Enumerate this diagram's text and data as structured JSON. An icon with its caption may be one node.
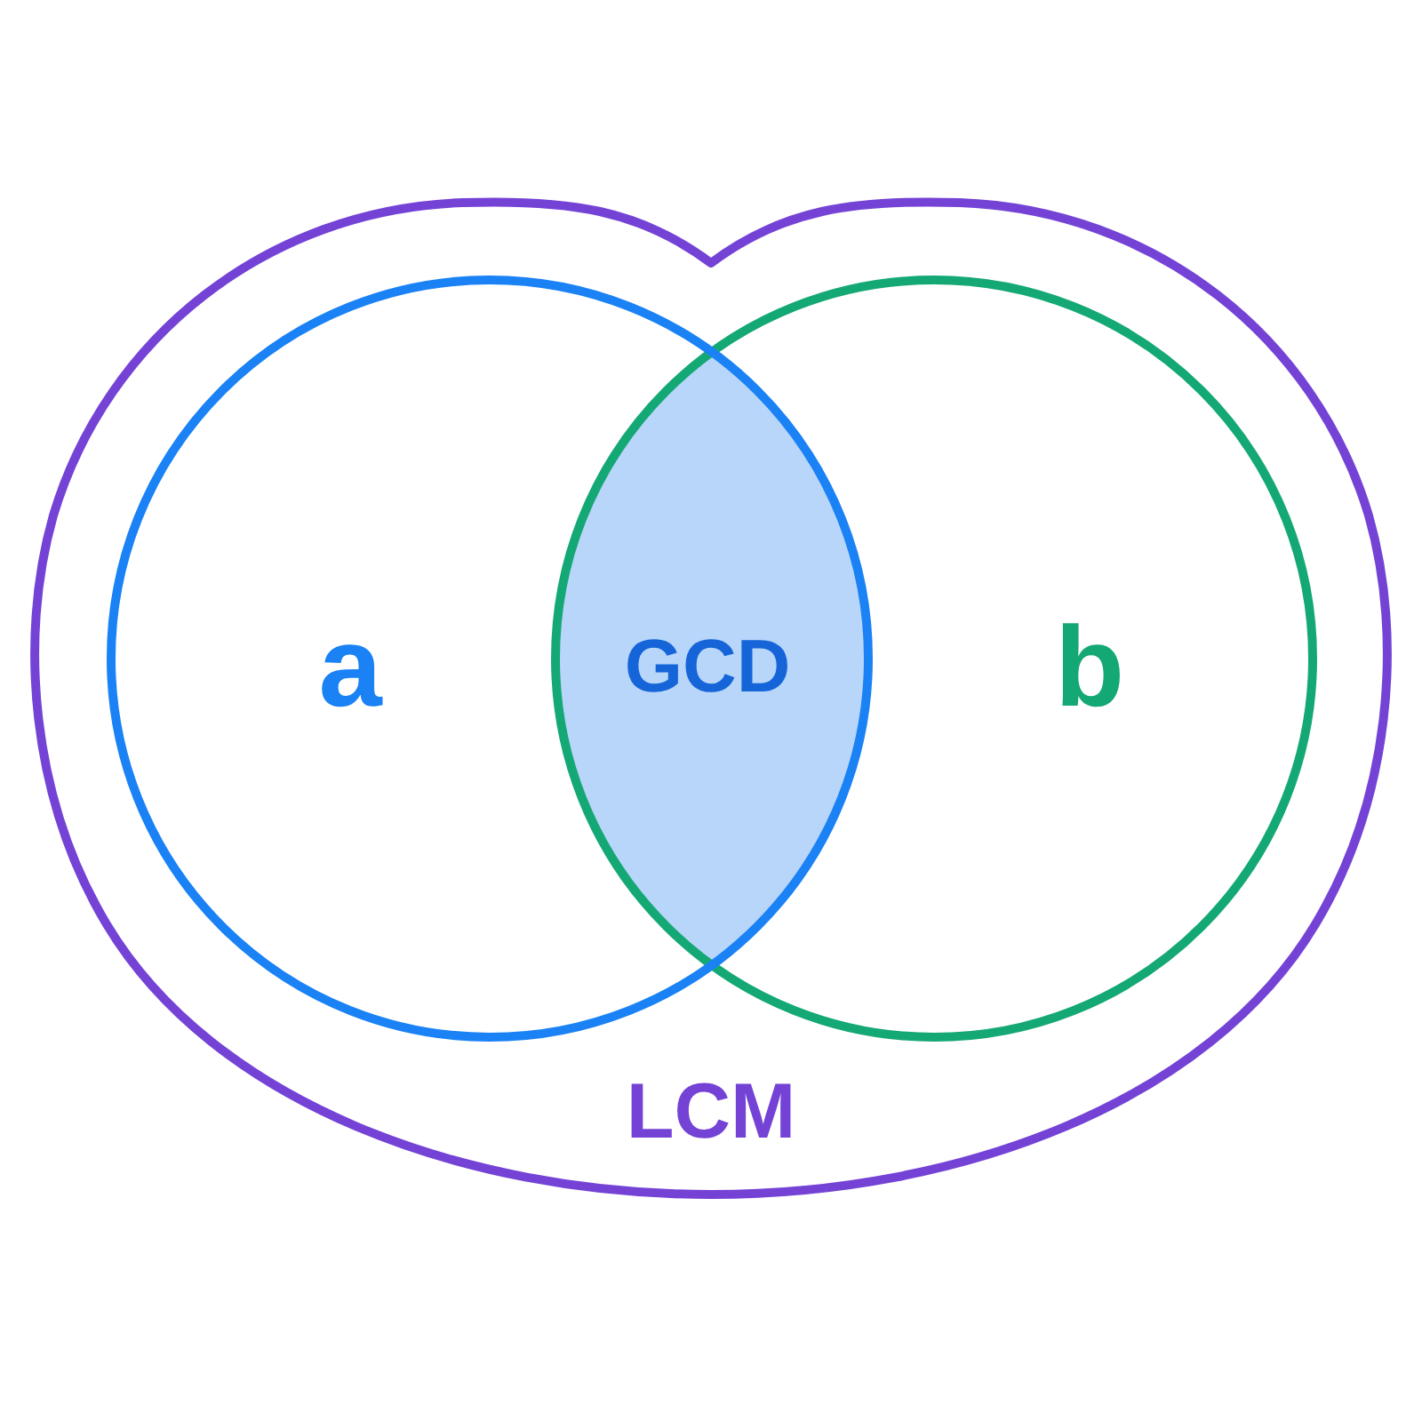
{
  "diagram": {
    "nodes": [
      {
        "text": [
          "LCM"
        ]
      },
      {
        "text": [
          "a"
        ],
        "in": 0
      },
      {
        "text": [
          "b"
        ],
        "in": 0
      },
      {
        "text": [
          "GCD"
        ]
      }
    ]
  }
}
